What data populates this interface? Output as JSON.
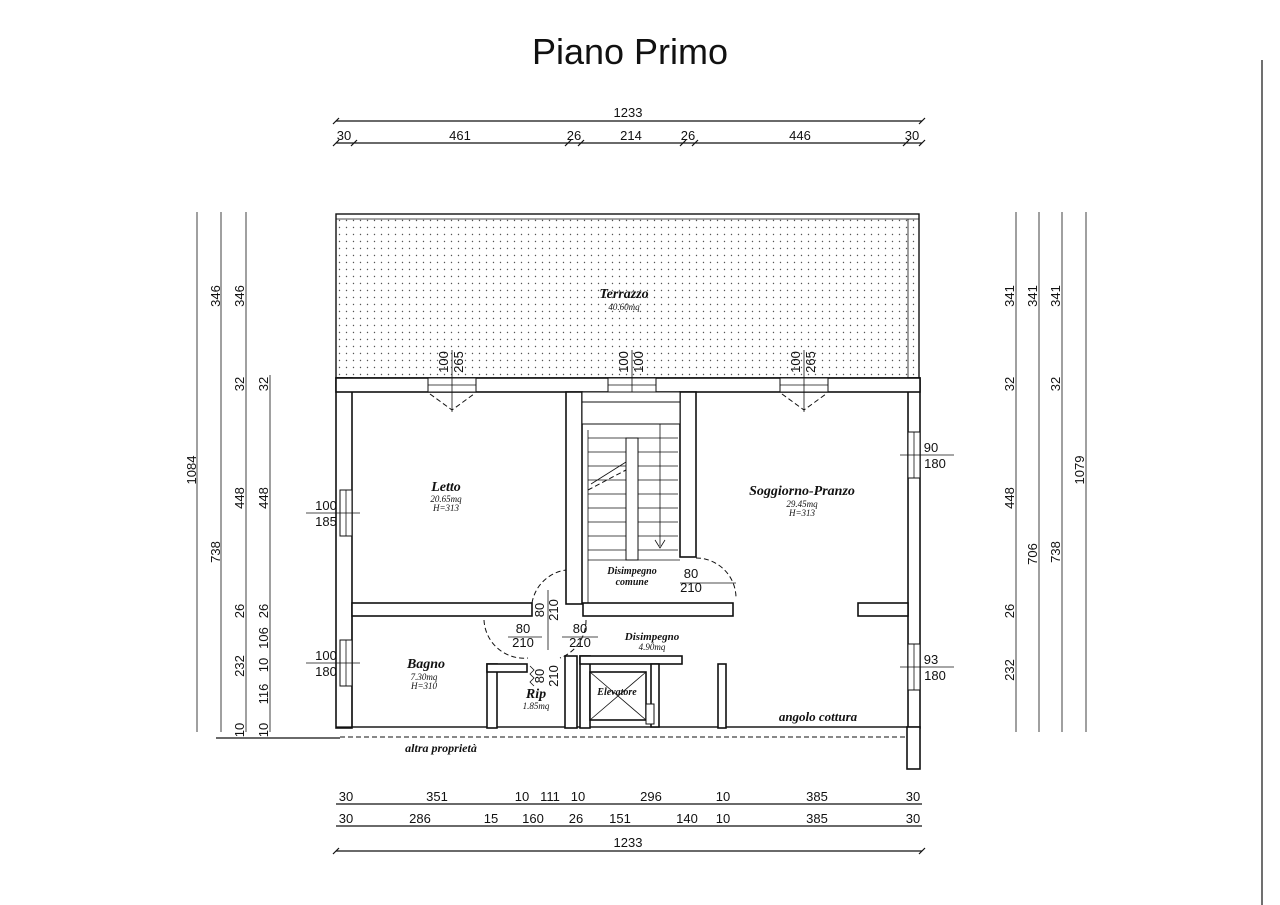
{
  "title": "Piano Primo",
  "top_dims": {
    "total": "1233",
    "segments": [
      "30",
      "461",
      "26",
      "214",
      "26",
      "446",
      "30"
    ]
  },
  "bottom_dims": {
    "row1": [
      "30",
      "351",
      "10",
      "111",
      "10",
      "296",
      "10",
      "385",
      "30"
    ],
    "row2": [
      "30",
      "286",
      "15",
      "160",
      "26",
      "151",
      "140",
      "10",
      "385",
      "30"
    ],
    "total": "1233"
  },
  "left_dims": {
    "total": "1084",
    "col2": [
      "346",
      "738"
    ],
    "col3": [
      "346",
      "32",
      "448",
      "26",
      "232",
      "10"
    ],
    "col4": [
      "32",
      "448",
      "26",
      "106",
      "10",
      "116",
      "10"
    ]
  },
  "right_dims": {
    "col1": [
      "341",
      "32",
      "448",
      "26",
      "232"
    ],
    "col2": [
      "341",
      "706"
    ],
    "col3": [
      "341",
      "32",
      "738"
    ],
    "total": "1079"
  },
  "rooms": {
    "terrazzo": {
      "name": "Terrazzo",
      "area": "40.60mq"
    },
    "letto": {
      "name": "Letto",
      "area": "20.65mq",
      "height": "H=313"
    },
    "soggiorno": {
      "name": "Soggiorno-Pranzo",
      "area": "29.45mq",
      "height": "H=313"
    },
    "disimpegno_comune": {
      "name1": "Disimpegno",
      "name2": "comune"
    },
    "disimpegno": {
      "name": "Disimpegno",
      "area": "4.90mq"
    },
    "bagno": {
      "name": "Bagno",
      "area": "7.30mq",
      "height": "H=310"
    },
    "rip": {
      "name": "Rip",
      "area": "1.85mq"
    },
    "elevatore": {
      "name": "Elevatore"
    },
    "angolo_cottura": {
      "name": "angolo cottura"
    },
    "altra_proprieta": {
      "name": "altra proprietà"
    }
  },
  "openings": {
    "w_letto_top": {
      "w": "100",
      "h": "265"
    },
    "w_stair_top": {
      "w": "100",
      "h": "100"
    },
    "w_sogg_top": {
      "w": "100",
      "h": "265"
    },
    "w_letto_left": {
      "w": "100",
      "h": "185"
    },
    "w_bagno_left": {
      "w": "100",
      "h": "180"
    },
    "w_sogg_right": {
      "w": "90",
      "h": "180"
    },
    "w_cucina_right": {
      "w": "93",
      "h": "180"
    },
    "d_comune": {
      "w": "80",
      "h": "210"
    },
    "d_letto": {
      "w": "80",
      "h": "210"
    },
    "d_bagno": {
      "w": "80",
      "h": "210"
    },
    "d_disimp": {
      "w": "80",
      "h": "210"
    },
    "d_rip": {
      "w": "80",
      "h": "210"
    }
  }
}
